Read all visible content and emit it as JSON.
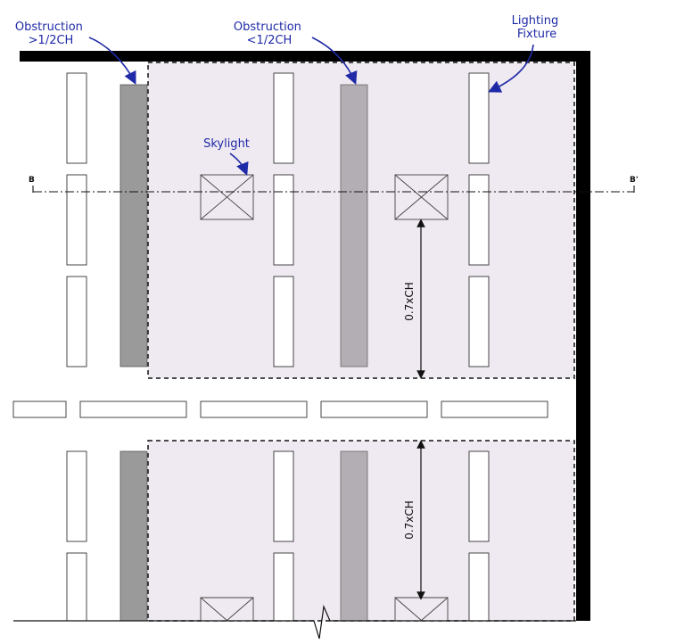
{
  "labels": {
    "obstruction_large": [
      "Obstruction",
      ">1/2CH"
    ],
    "obstruction_small": [
      "Obstruction",
      "<1/2CH"
    ],
    "lighting_fixture": [
      "Lighting",
      "Fixture"
    ],
    "skylight": "Skylight",
    "section_start": "B",
    "section_end": "B'",
    "dimension_upper": "0.7xCH",
    "dimension_lower": "0.7xCH"
  },
  "colors": {
    "zone_fill": "#efe9f1",
    "obstruction_dark": "#9a9a9a",
    "obstruction_light": "#b2aeb3",
    "wall": "#000000",
    "annotation": "#1f2aa6"
  }
}
